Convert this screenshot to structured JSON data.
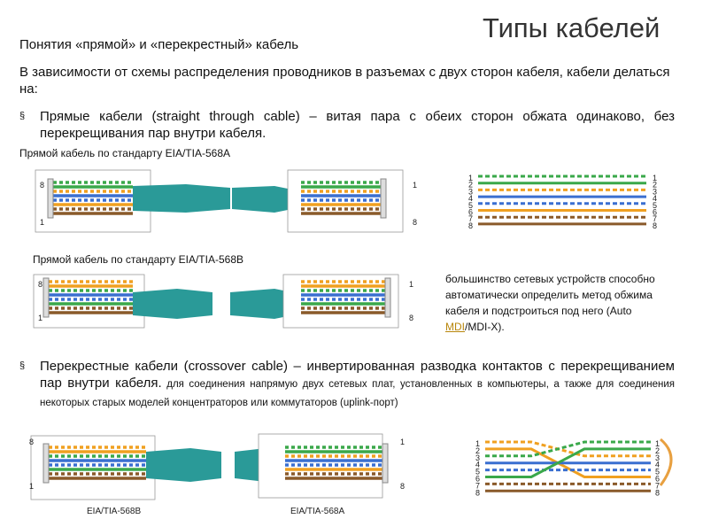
{
  "slide": {
    "title": "Типы кабелей",
    "subtitle": "Понятия «прямой» и «перекрестный» кабель",
    "intro": "В зависимости от схемы распределения проводников в разъемах с двух сторон кабеля, кабели делаться на:",
    "bullet_marker": "§",
    "bullet1": "Прямые кабели (straight through cable) – витая пара с обеих сторон обжата одинаково, без перекрещивания пар внутри кабеля.",
    "caption1": "Прямой кабель по стандарту EIA/TIA-568A",
    "caption2": "Прямой кабель по стандарту EIA/TIA-568B",
    "note_main": "большинство сетевых устройств способно автоматически определить метод обжима кабеля и подстроиться под него (Auto ",
    "note_mdi": "MDI",
    "note_tail": "/MDI-X).",
    "bullet2_main": "Перекрестные кабели (crossover cable) – инвертированная разводка контактов с перекрещиванием пар внутри кабеля.",
    "bullet2_small": " для соединения напрямую двух сетевых плат, установленных в компьютеры, а также для соединения некоторых старых моделей концентраторов или коммутаторов (uplink-порт)",
    "std_a": "EIA/TIA-568B",
    "std_b": "EIA/TIA-568A",
    "pin_top": "8",
    "pin_bottom": "1",
    "pin_right_top": "1",
    "pin_right_bottom": "8",
    "pin_numbers": [
      "1",
      "2",
      "3",
      "4",
      "5",
      "6",
      "7",
      "8"
    ],
    "colors": {
      "cable": "#2a9a98",
      "cable_dark": "#1f7f7d",
      "orange": "#f0a020",
      "green": "#3aa84a",
      "blue": "#3a6fd0",
      "brown": "#8a5a2a",
      "accent": "#e8a040"
    }
  }
}
